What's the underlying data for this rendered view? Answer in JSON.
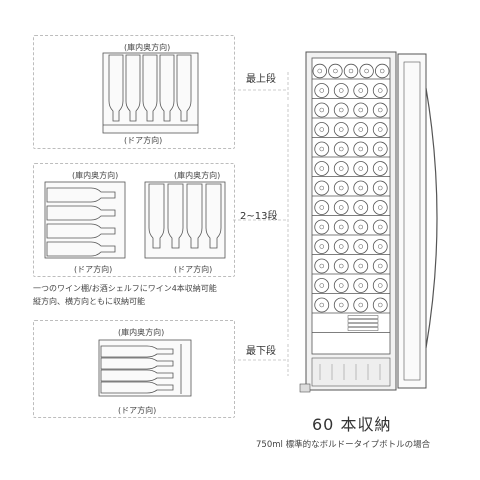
{
  "labels": {
    "depth": "(庫内奥方向)",
    "door": "(ドア方向)",
    "top_shelf": "最上段",
    "mid_shelf": "2~13段",
    "bottom_shelf": "最下段",
    "note_line1": "一つのワイン棚/お酒シェルフにワイン4本収納可能",
    "note_line2": "縦方向、横方向ともに収納可能",
    "capacity": "60 本収納",
    "capacity_note": "750ml 標準的なボルドータイプボトルの場合"
  },
  "colors": {
    "line": "#555555",
    "guide": "#bdbdbd",
    "cabinet": "#f2f2f2"
  }
}
